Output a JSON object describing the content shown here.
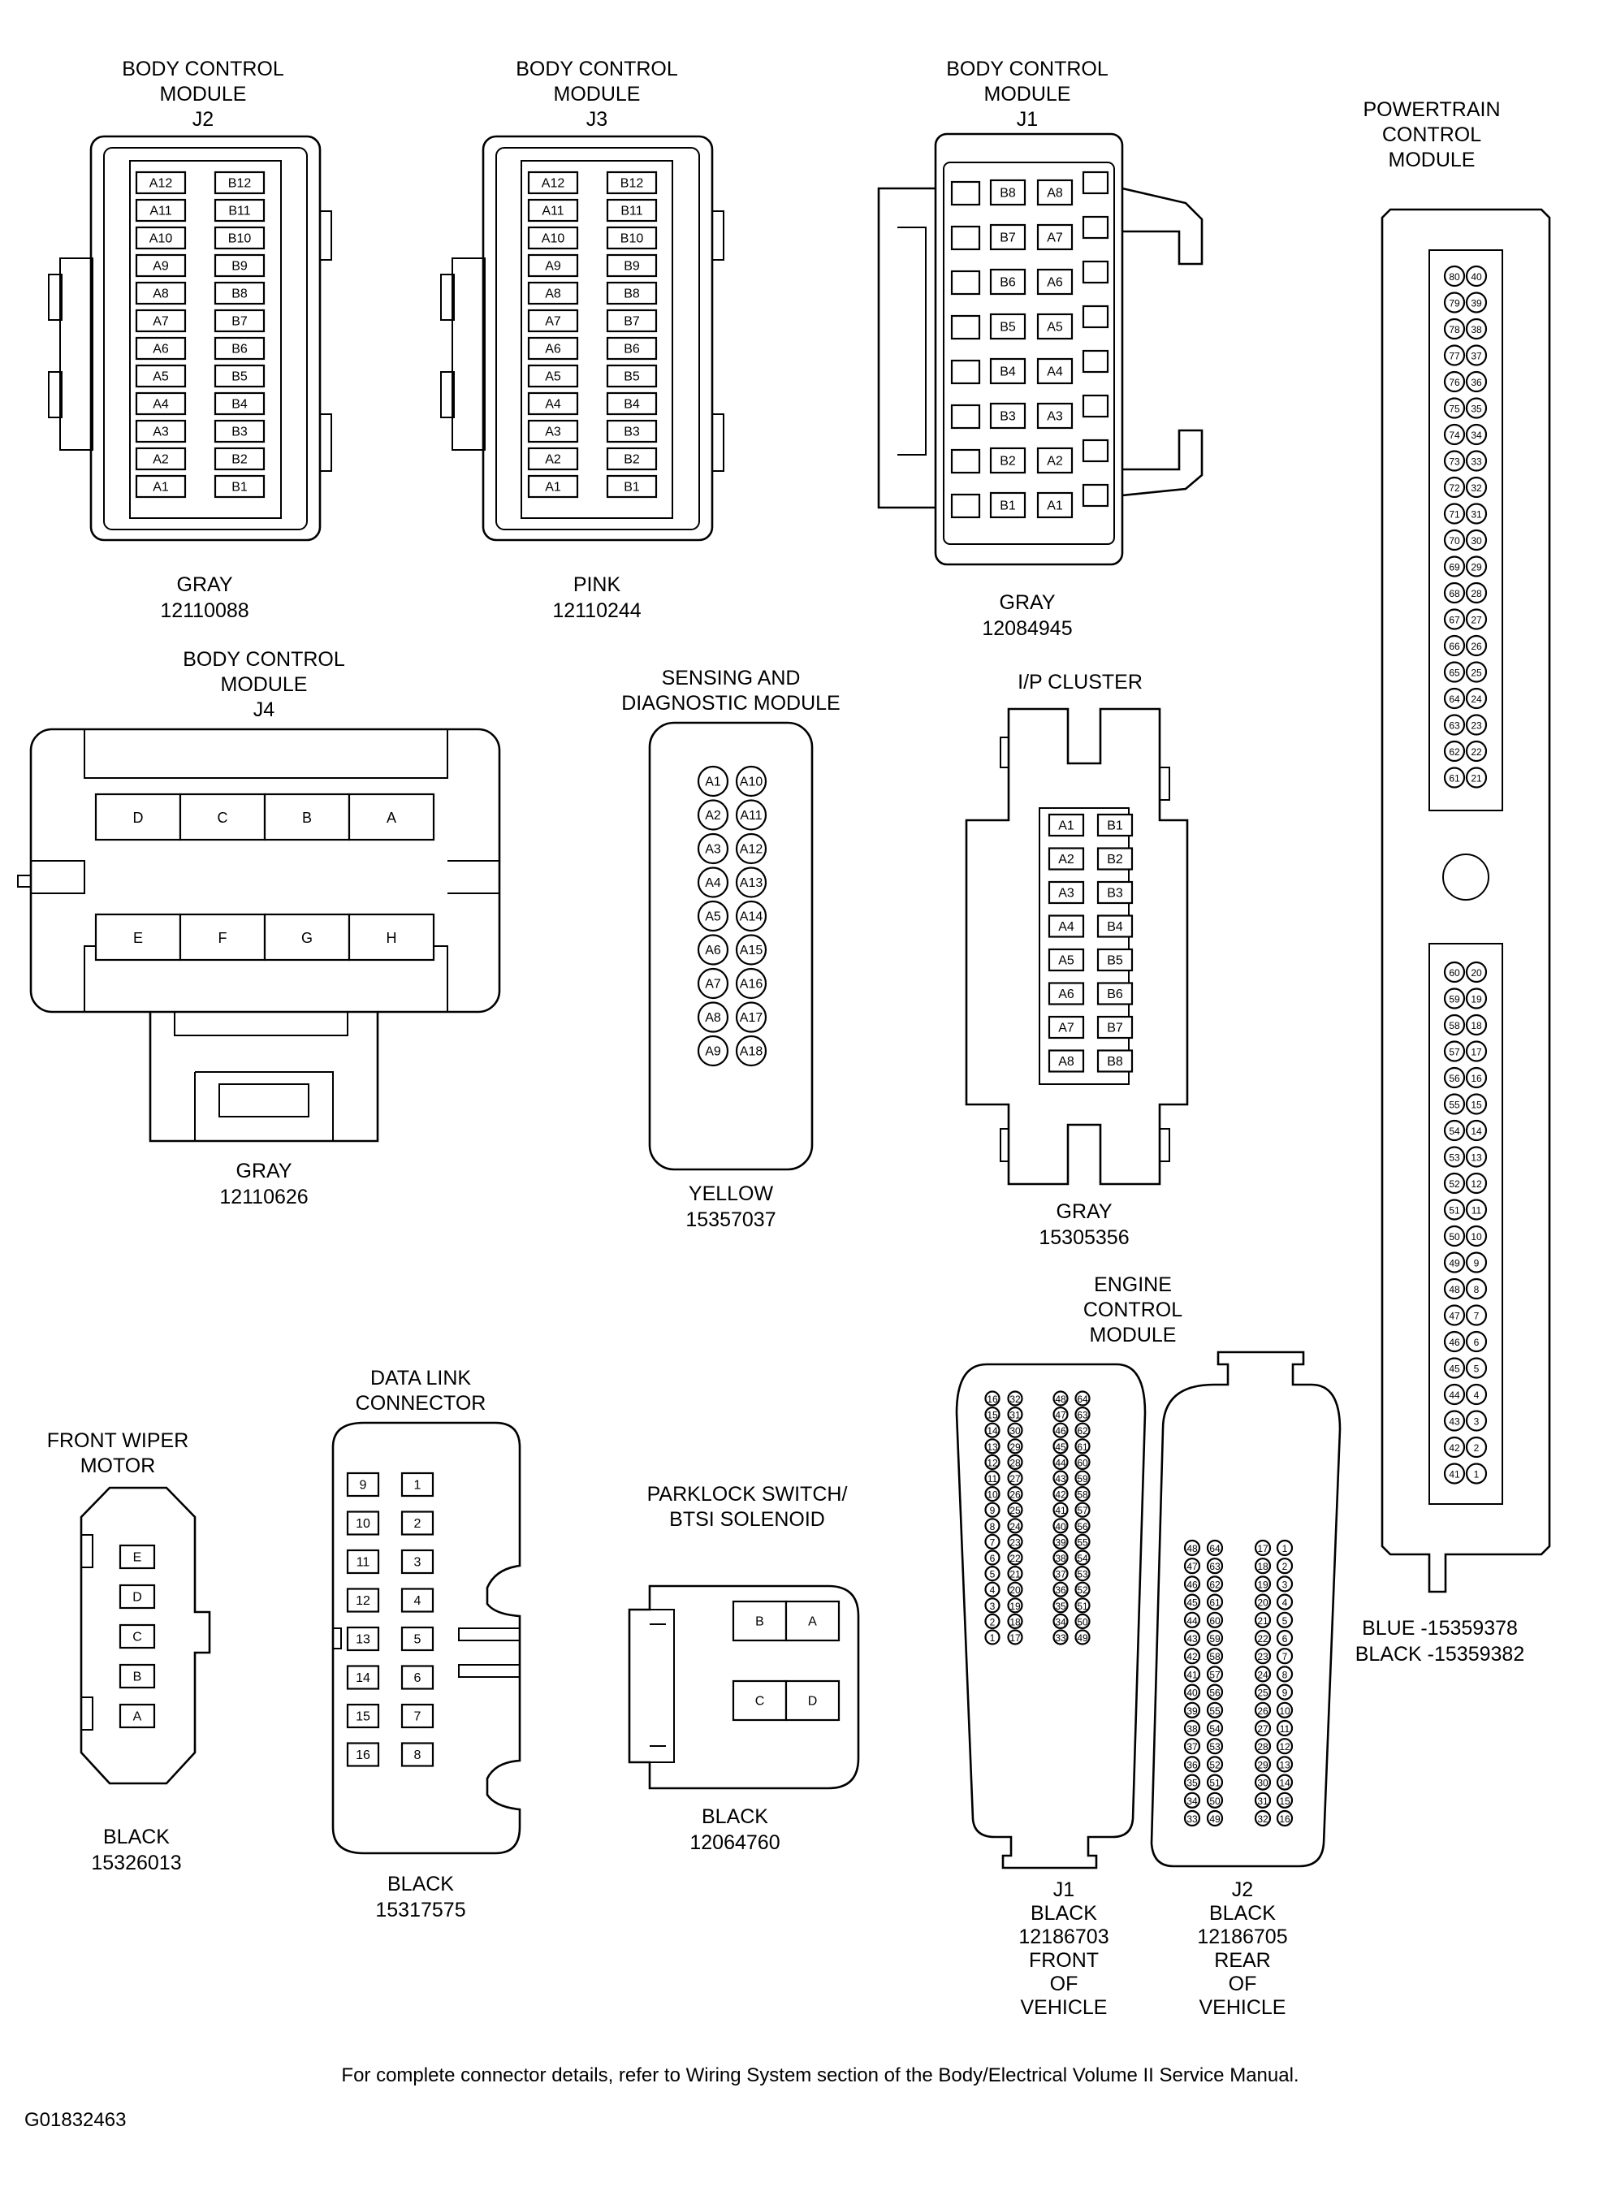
{
  "footer": {
    "note": "For complete connector details, refer to Wiring System section of the Body/Electrical Volume II Service Manual.",
    "figure_id": "G01832463"
  },
  "connectors": {
    "bcm_j2": {
      "title": [
        "BODY CONTROL",
        "MODULE",
        "J2"
      ],
      "color": "GRAY",
      "part": "12110088",
      "a_pins": [
        "A12",
        "A11",
        "A10",
        "A9",
        "A8",
        "A7",
        "A6",
        "A5",
        "A4",
        "A3",
        "A2",
        "A1"
      ],
      "b_pins": [
        "B12",
        "B11",
        "B10",
        "B9",
        "B8",
        "B7",
        "B6",
        "B5",
        "B4",
        "B3",
        "B2",
        "B1"
      ]
    },
    "bcm_j3": {
      "title": [
        "BODY CONTROL",
        "MODULE",
        "J3"
      ],
      "color": "PINK",
      "part": "12110244",
      "a_pins": [
        "A12",
        "A11",
        "A10",
        "A9",
        "A8",
        "A7",
        "A6",
        "A5",
        "A4",
        "A3",
        "A2",
        "A1"
      ],
      "b_pins": [
        "B12",
        "B11",
        "B10",
        "B9",
        "B8",
        "B7",
        "B6",
        "B5",
        "B4",
        "B3",
        "B2",
        "B1"
      ]
    },
    "bcm_j1": {
      "title": [
        "BODY CONTROL",
        "MODULE",
        "J1"
      ],
      "color": "GRAY",
      "part": "12084945",
      "b_pins": [
        "B8",
        "B7",
        "B6",
        "B5",
        "B4",
        "B3",
        "B2",
        "B1"
      ],
      "a_pins": [
        "A8",
        "A7",
        "A6",
        "A5",
        "A4",
        "A3",
        "A2",
        "A1"
      ]
    },
    "pcm": {
      "title": [
        "POWERTRAIN",
        "CONTROL",
        "MODULE"
      ],
      "variants": [
        "BLUE -15359378",
        "BLACK -15359382"
      ],
      "upper_left": [
        "80",
        "79",
        "78",
        "77",
        "76",
        "75",
        "74",
        "73",
        "72",
        "71",
        "70",
        "69",
        "68",
        "67",
        "66",
        "65",
        "64",
        "63",
        "62",
        "61"
      ],
      "upper_right": [
        "40",
        "39",
        "38",
        "37",
        "36",
        "35",
        "34",
        "33",
        "32",
        "31",
        "30",
        "29",
        "28",
        "27",
        "26",
        "25",
        "24",
        "23",
        "22",
        "21"
      ],
      "lower_left": [
        "60",
        "59",
        "58",
        "57",
        "56",
        "55",
        "54",
        "53",
        "52",
        "51",
        "50",
        "49",
        "48",
        "47",
        "46",
        "45",
        "44",
        "43",
        "42",
        "41"
      ],
      "lower_right": [
        "20",
        "19",
        "18",
        "17",
        "16",
        "15",
        "14",
        "13",
        "12",
        "11",
        "10",
        "9",
        "8",
        "7",
        "6",
        "5",
        "4",
        "3",
        "2",
        "1"
      ]
    },
    "bcm_j4": {
      "title": [
        "BODY CONTROL",
        "MODULE",
        "J4"
      ],
      "color": "GRAY",
      "part": "12110626",
      "top_row": [
        "D",
        "C",
        "B",
        "A"
      ],
      "bottom_row": [
        "E",
        "F",
        "G",
        "H"
      ]
    },
    "sdm": {
      "title": [
        "SENSING AND",
        "DIAGNOSTIC MODULE"
      ],
      "color": "YELLOW",
      "part": "15357037",
      "left_pins": [
        "A1",
        "A2",
        "A3",
        "A4",
        "A5",
        "A6",
        "A7",
        "A8",
        "A9"
      ],
      "right_pins": [
        "A10",
        "A11",
        "A12",
        "A13",
        "A14",
        "A15",
        "A16",
        "A17",
        "A18"
      ]
    },
    "ip_cluster": {
      "title": [
        "I/P CLUSTER"
      ],
      "color": "GRAY",
      "part": "15305356",
      "a_pins": [
        "A1",
        "A2",
        "A3",
        "A4",
        "A5",
        "A6",
        "A7",
        "A8"
      ],
      "b_pins": [
        "B1",
        "B2",
        "B3",
        "B4",
        "B5",
        "B6",
        "B7",
        "B8"
      ]
    },
    "ecm": {
      "title": [
        "ENGINE",
        "CONTROL",
        "MODULE"
      ],
      "j1": {
        "label": [
          "J1",
          "BLACK",
          "12186703",
          "FRONT",
          "OF",
          "VEHICLE"
        ],
        "col1": [
          "16",
          "15",
          "14",
          "13",
          "12",
          "11",
          "10",
          "9",
          "8",
          "7",
          "6",
          "5",
          "4",
          "3",
          "2",
          "1"
        ],
        "col2": [
          "32",
          "31",
          "30",
          "29",
          "28",
          "27",
          "26",
          "25",
          "24",
          "23",
          "22",
          "21",
          "20",
          "19",
          "18",
          "17"
        ],
        "col3": [
          "48",
          "47",
          "46",
          "45",
          "44",
          "43",
          "42",
          "41",
          "40",
          "39",
          "38",
          "37",
          "36",
          "35",
          "34",
          "33"
        ],
        "col4": [
          "64",
          "63",
          "62",
          "61",
          "60",
          "59",
          "58",
          "57",
          "56",
          "55",
          "54",
          "53",
          "52",
          "51",
          "50",
          "49"
        ]
      },
      "j2": {
        "label": [
          "J2",
          "BLACK",
          "12186705",
          "REAR",
          "OF",
          "VEHICLE"
        ],
        "col1": [
          "48",
          "47",
          "46",
          "45",
          "44",
          "43",
          "42",
          "41",
          "40",
          "39",
          "38",
          "37",
          "36",
          "35",
          "34",
          "33"
        ],
        "col2": [
          "64",
          "63",
          "62",
          "61",
          "60",
          "59",
          "58",
          "57",
          "56",
          "55",
          "54",
          "53",
          "52",
          "51",
          "50",
          "49"
        ],
        "col3": [
          "17",
          "18",
          "19",
          "20",
          "21",
          "22",
          "23",
          "24",
          "25",
          "26",
          "27",
          "28",
          "29",
          "30",
          "31",
          "32"
        ],
        "col4": [
          "1",
          "2",
          "3",
          "4",
          "5",
          "6",
          "7",
          "8",
          "9",
          "10",
          "11",
          "12",
          "13",
          "14",
          "15",
          "16"
        ]
      }
    },
    "data_link": {
      "title": [
        "DATA LINK",
        "CONNECTOR"
      ],
      "color": "BLACK",
      "part": "15317575",
      "left_pins": [
        "9",
        "10",
        "11",
        "12",
        "13",
        "14",
        "15",
        "16"
      ],
      "right_pins": [
        "1",
        "2",
        "3",
        "4",
        "5",
        "6",
        "7",
        "8"
      ]
    },
    "front_wiper": {
      "title": [
        "FRONT WIPER",
        "MOTOR"
      ],
      "color": "BLACK",
      "part": "15326013",
      "pins": [
        "E",
        "D",
        "C",
        "B",
        "A"
      ]
    },
    "parklock": {
      "title": [
        "PARKLOCK SWITCH/",
        "BTSI SOLENOID"
      ],
      "color": "BLACK",
      "part": "12064760",
      "top_row": [
        "B",
        "A"
      ],
      "bottom_row": [
        "C",
        "D"
      ]
    }
  }
}
